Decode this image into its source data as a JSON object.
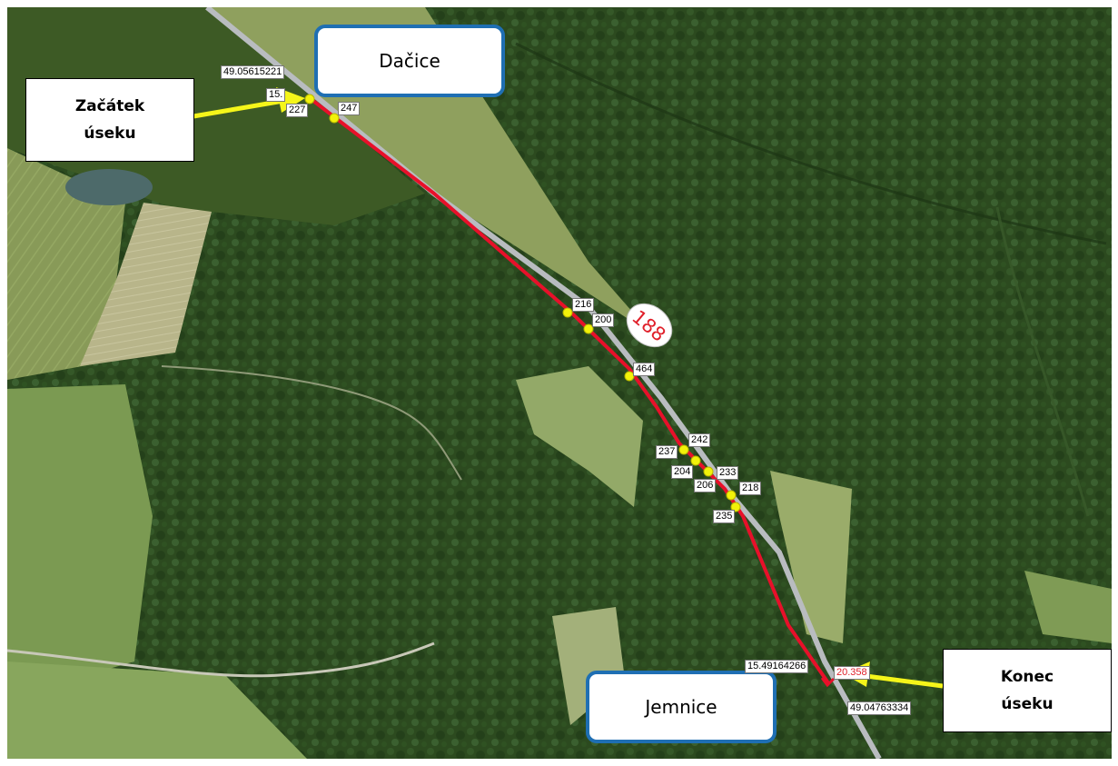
{
  "towns": {
    "start": "Dačice",
    "end": "Jemnice"
  },
  "callouts": {
    "start": {
      "line1": "Začátek",
      "line2": "úseku"
    },
    "end": {
      "line1": "Konec",
      "line2": "úseku"
    }
  },
  "road_number": "188",
  "coordinates": {
    "start_lat": "49.05615221",
    "start_partial": "15.",
    "end_lon": "15.49164266",
    "end_lat": "49.04763334",
    "end_value": "20.358"
  },
  "markers": [
    {
      "label": "227"
    },
    {
      "label": "247"
    },
    {
      "label": "216"
    },
    {
      "label": "200"
    },
    {
      "label": "464"
    },
    {
      "label": "242"
    },
    {
      "label": "237"
    },
    {
      "label": "204"
    },
    {
      "label": "233"
    },
    {
      "label": "206"
    },
    {
      "label": "218"
    },
    {
      "label": "235"
    }
  ],
  "colors": {
    "route": "#e8102a",
    "marker": "#f2f20a",
    "arrow": "#f5f51a",
    "town_border": "#1f6fb3",
    "road_shield_text": "#e0202a"
  }
}
